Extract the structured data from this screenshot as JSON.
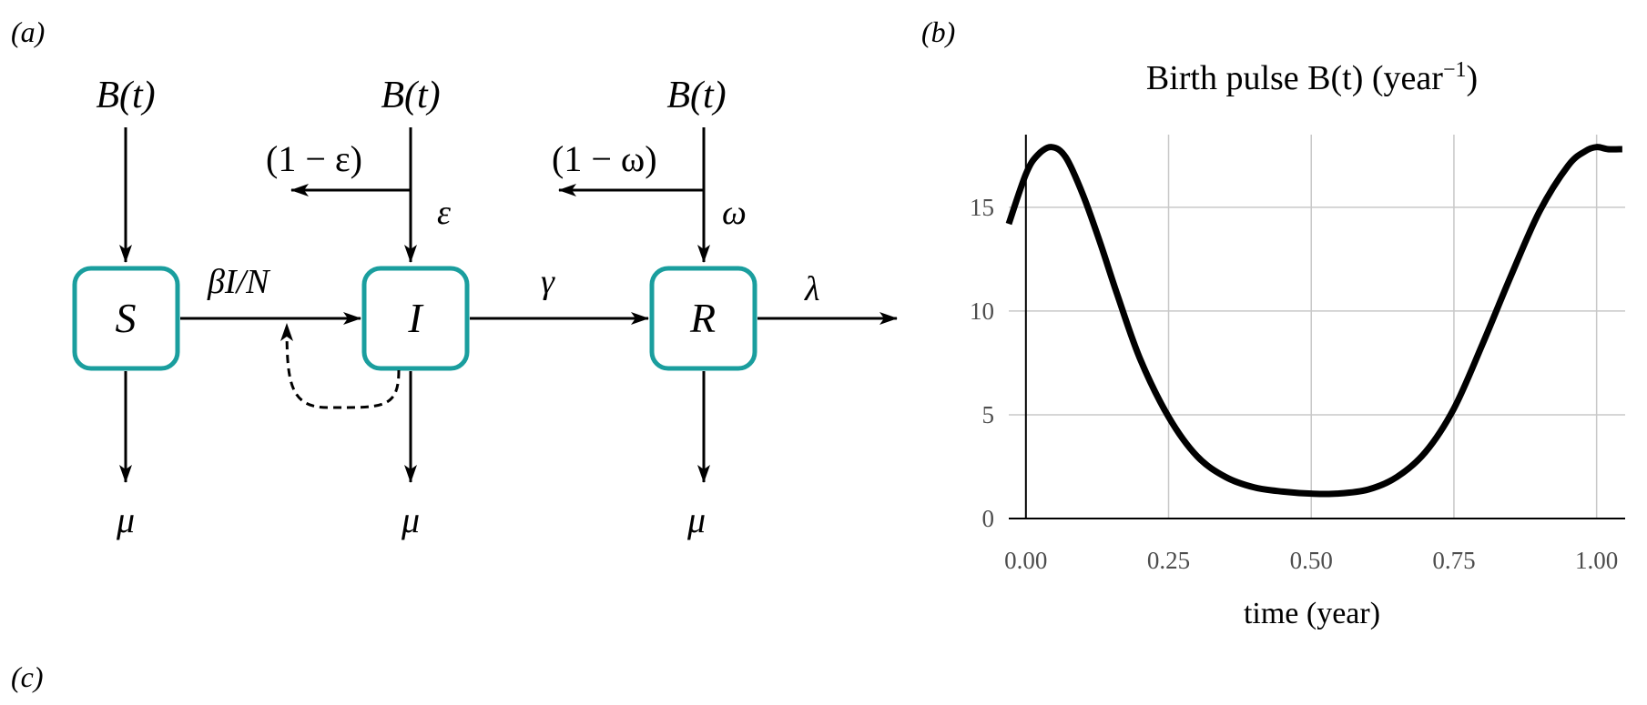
{
  "panels": {
    "a": "(a)",
    "b": "(b)",
    "c": "(c)"
  },
  "diagram": {
    "compartments": [
      {
        "id": "S",
        "label": "S"
      },
      {
        "id": "I",
        "label": "I"
      },
      {
        "id": "R",
        "label": "R"
      }
    ],
    "inflow_labels": [
      "B(t)",
      "B(t)",
      "B(t)"
    ],
    "outflow_labels": [
      "μ",
      "μ",
      "μ"
    ],
    "rates": {
      "infection": "βI/N",
      "recovery": "γ",
      "loss": "λ",
      "epsilon": "ε",
      "one_minus_epsilon": "(1 − ε)",
      "omega": "ω",
      "one_minus_omega": "(1 − ω)"
    },
    "box_color": "#1a9e9e"
  },
  "chart_data": {
    "type": "line",
    "title": "Birth pulse B(t) (year",
    "title_sup": "−1",
    "title_end": ")",
    "xlabel": "time (year)",
    "ylabel": "",
    "xlim": [
      -0.03,
      1.05
    ],
    "ylim": [
      0,
      18.5
    ],
    "xticks": [
      "0.00",
      "0.25",
      "0.50",
      "0.75",
      "1.00"
    ],
    "xtick_values": [
      0,
      0.25,
      0.5,
      0.75,
      1.0
    ],
    "yticks": [
      "0",
      "5",
      "10",
      "15"
    ],
    "ytick_values": [
      0,
      5,
      10,
      15
    ],
    "grid": true,
    "series": [
      {
        "x": [
          -0.03,
          0.0,
          0.02,
          0.045,
          0.07,
          0.1,
          0.13,
          0.16,
          0.2,
          0.25,
          0.3,
          0.35,
          0.4,
          0.45,
          0.5,
          0.545,
          0.6,
          0.65,
          0.7,
          0.75,
          0.8,
          0.85,
          0.9,
          0.95,
          0.98,
          1.0,
          1.02,
          1.045
        ],
        "y": [
          14.2,
          16.6,
          17.5,
          17.9,
          17.4,
          15.6,
          13.3,
          10.8,
          7.7,
          4.9,
          3.0,
          2.0,
          1.5,
          1.3,
          1.2,
          1.2,
          1.4,
          2.0,
          3.2,
          5.3,
          8.4,
          11.7,
          14.8,
          17.0,
          17.7,
          17.9,
          17.8,
          17.8
        ]
      }
    ]
  }
}
